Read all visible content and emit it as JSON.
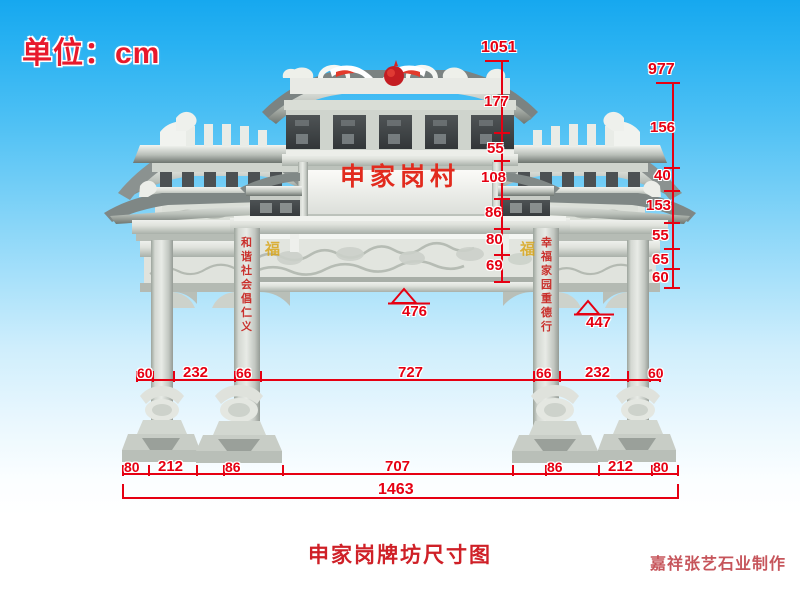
{
  "unit_label": "单位：cm",
  "caption": "申家岗牌坊尺寸图",
  "watermark": "嘉祥张艺石业制作",
  "structure": {
    "plaque_text": "申家岗村",
    "left_couplet": "和谐社会倡仁义",
    "right_couplet": "幸福家园重德行",
    "fu_left": "福",
    "fu_right": "福"
  },
  "colors": {
    "dimension_red": "#e60012",
    "title_red": "#e8192c",
    "caption_red": "#cf2027",
    "plaque_red": "#e22b1e",
    "sky_top": "#16a8ef",
    "sky_bottom": "#ffffff",
    "stone": "#c9cdc8"
  },
  "dimensions": {
    "center_vertical": {
      "label": "center height chain",
      "total": "1051",
      "segments": [
        "177",
        "55",
        "108",
        "86",
        "80",
        "69"
      ]
    },
    "right_vertical": {
      "label": "side height chain",
      "total": "977",
      "segments": [
        "156",
        "40",
        "153",
        "55",
        "65",
        "60"
      ]
    },
    "middle_horizontal": {
      "label": "column spacing chain",
      "segments": [
        "60",
        "232",
        "66",
        "727",
        "66",
        "232",
        "60"
      ]
    },
    "bottom_horizontal": {
      "label": "base width chain",
      "segments": [
        "80",
        "212",
        "86",
        "707",
        "86",
        "212",
        "80"
      ],
      "total": "1463"
    },
    "elevations": [
      {
        "name": "center-opening-height",
        "value": "476"
      },
      {
        "name": "side-opening-height",
        "value": "447"
      }
    ]
  }
}
